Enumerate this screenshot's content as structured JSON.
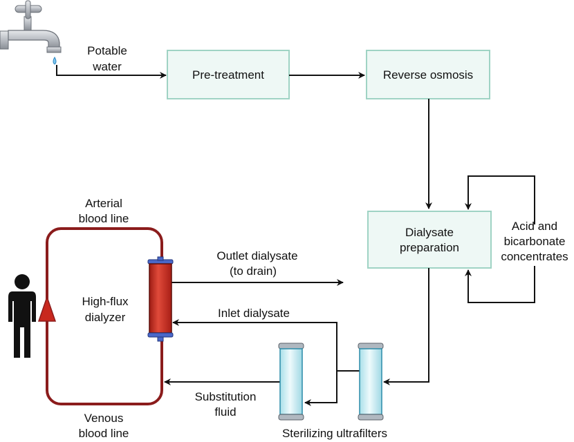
{
  "boxes": {
    "pretreatment": "Pre-treatment",
    "reverse_osmosis": "Reverse osmosis",
    "dialysate_prep": [
      "Dialysate",
      "preparation"
    ]
  },
  "labels": {
    "potable_water": [
      "Potable",
      "water"
    ],
    "acid_bicarb": [
      "Acid and",
      "bicarbonate",
      "concentrates"
    ],
    "arterial": [
      "Arterial",
      "blood line"
    ],
    "venous": [
      "Venous",
      "blood line"
    ],
    "dialyzer": [
      "High-flux",
      "dialyzer"
    ],
    "outlet": [
      "Outlet dialysate",
      "(to drain)"
    ],
    "inlet": "Inlet dialysate",
    "substitution": [
      "Substitution",
      "fluid"
    ],
    "ultrafilters": "Sterilizing ultrafilters"
  },
  "colors": {
    "box_fill": "#eef8f5",
    "box_stroke": "#9fd3c4",
    "blood_line": "#8b1c1c",
    "dialyzer_body": "#c8281e",
    "dialyzer_cap": "#4a68c9",
    "filter_body": "#d8f2f7",
    "filter_stroke": "#2a8ba8",
    "filter_cap": "#b0b8c0",
    "arrow": "#111111",
    "tap": "#b8bcc2",
    "person": "#111111"
  },
  "icons": {
    "tap": "water-tap-icon",
    "person": "patient-icon"
  }
}
